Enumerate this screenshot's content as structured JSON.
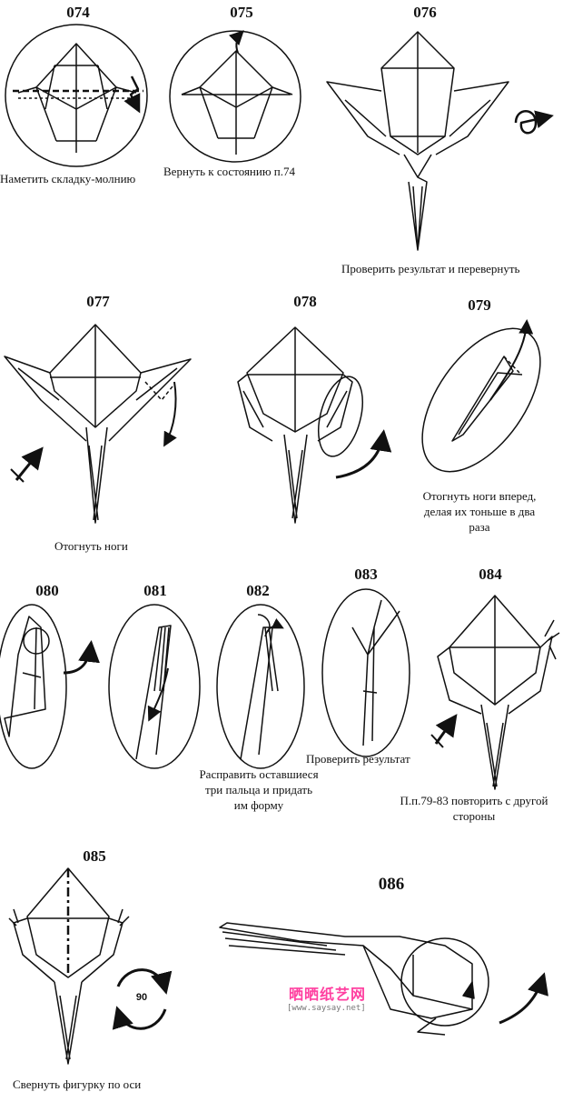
{
  "steps": [
    {
      "number": "074",
      "caption": "Наметить складку-молнию"
    },
    {
      "number": "075",
      "caption": "Вернуть к состоянию п.74"
    },
    {
      "number": "076",
      "caption": "Проверить результат и перевернуть"
    },
    {
      "number": "077",
      "caption": "Отогнуть ноги"
    },
    {
      "number": "078",
      "caption": ""
    },
    {
      "number": "079",
      "caption_lines": [
        "Отогнуть ноги вперед,",
        "делая их тоньше в два",
        "раза"
      ]
    },
    {
      "number": "080",
      "caption": ""
    },
    {
      "number": "081",
      "caption": ""
    },
    {
      "number": "082",
      "caption_lines": [
        "Расправить оставшиеся",
        "три пальца и придать",
        "им форму"
      ]
    },
    {
      "number": "083",
      "caption": "Проверить результат"
    },
    {
      "number": "084",
      "caption_lines": [
        "П.п.79-83 повторить с другой",
        "стороны"
      ]
    },
    {
      "number": "085",
      "caption": "Свернуть фигурку по оси"
    },
    {
      "number": "086",
      "caption": ""
    }
  ],
  "rotate_label": "90",
  "watermark": {
    "logo": "晒晒纸艺网",
    "url": "[www.saysay.net]"
  },
  "colors": {
    "ink": "#111111",
    "watermark": "#ff3fa0"
  }
}
